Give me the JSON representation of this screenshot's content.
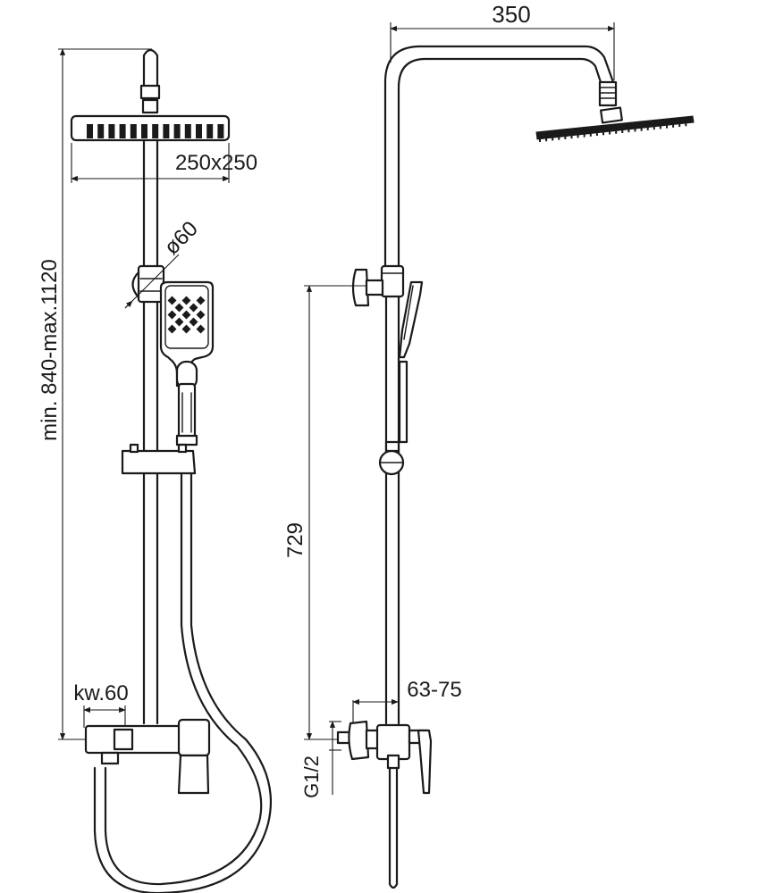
{
  "dimensions": {
    "width_top": "350",
    "head_size": "250x250",
    "handshower_diameter": "ø60",
    "rail_height": "min. 840-max.1120",
    "slider_height": "729",
    "wall_distance": "63-75",
    "key_width": "kw.60",
    "thread": "G1/2"
  }
}
